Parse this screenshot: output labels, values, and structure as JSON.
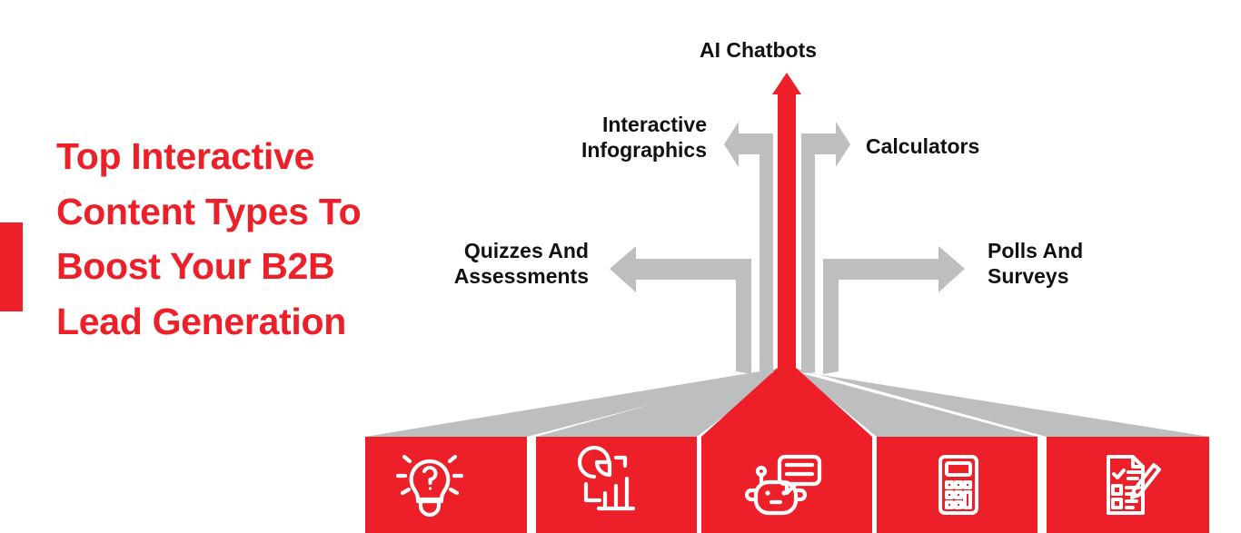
{
  "headline": {
    "text": "Top Interactive Content Types To Boost Your B2B Lead Generation",
    "color": "#ED1F28"
  },
  "colors": {
    "red": "#ED1F28",
    "grey": "#BCBEC0",
    "text_dark": "#111111",
    "background": "#FFFFFF"
  },
  "labels": {
    "top": "AI Chatbots",
    "upper_left": "Interactive\nInfographics",
    "upper_right": "Calculators",
    "lower_left": "Quizzes And\nAssessments",
    "lower_right": "Polls And\nSurveys"
  },
  "chart_data": {
    "type": "diagram",
    "title": "Top Interactive Content Types To Boost Your B2B Lead Generation",
    "categories": [
      "Quizzes And Assessments",
      "Interactive Infographics",
      "AI Chatbots",
      "Calculators",
      "Polls And Surveys"
    ],
    "branches": [
      {
        "label": "Quizzes And Assessments",
        "direction": "left",
        "tier": "outer",
        "color": "#BCBEC0",
        "icon": "lightbulb-question-icon"
      },
      {
        "label": "Interactive Infographics",
        "direction": "left",
        "tier": "inner",
        "color": "#BCBEC0",
        "icon": "pie-bar-chart-icon"
      },
      {
        "label": "AI Chatbots",
        "direction": "up",
        "tier": "center",
        "color": "#ED1F28",
        "icon": "robot-icon"
      },
      {
        "label": "Calculators",
        "direction": "right",
        "tier": "inner",
        "color": "#BCBEC0",
        "icon": "calculator-icon"
      },
      {
        "label": "Polls And Surveys",
        "direction": "right",
        "tier": "outer",
        "color": "#BCBEC0",
        "icon": "survey-checklist-pencil-icon"
      }
    ],
    "highlighted": "AI Chatbots",
    "legend": "none",
    "grid": false
  },
  "cards": [
    {
      "index": 1,
      "icon": "lightbulb-question-icon",
      "topic": "Quizzes And Assessments",
      "color": "#ED1F28"
    },
    {
      "index": 2,
      "icon": "pie-bar-chart-icon",
      "topic": "Interactive Infographics",
      "color": "#ED1F28"
    },
    {
      "index": 3,
      "icon": "robot-icon",
      "topic": "AI Chatbots",
      "color": "#ED1F28"
    },
    {
      "index": 4,
      "icon": "calculator-icon",
      "topic": "Calculators",
      "color": "#ED1F28"
    },
    {
      "index": 5,
      "icon": "survey-checklist-pencil-icon",
      "topic": "Polls And Surveys",
      "color": "#ED1F28"
    }
  ]
}
